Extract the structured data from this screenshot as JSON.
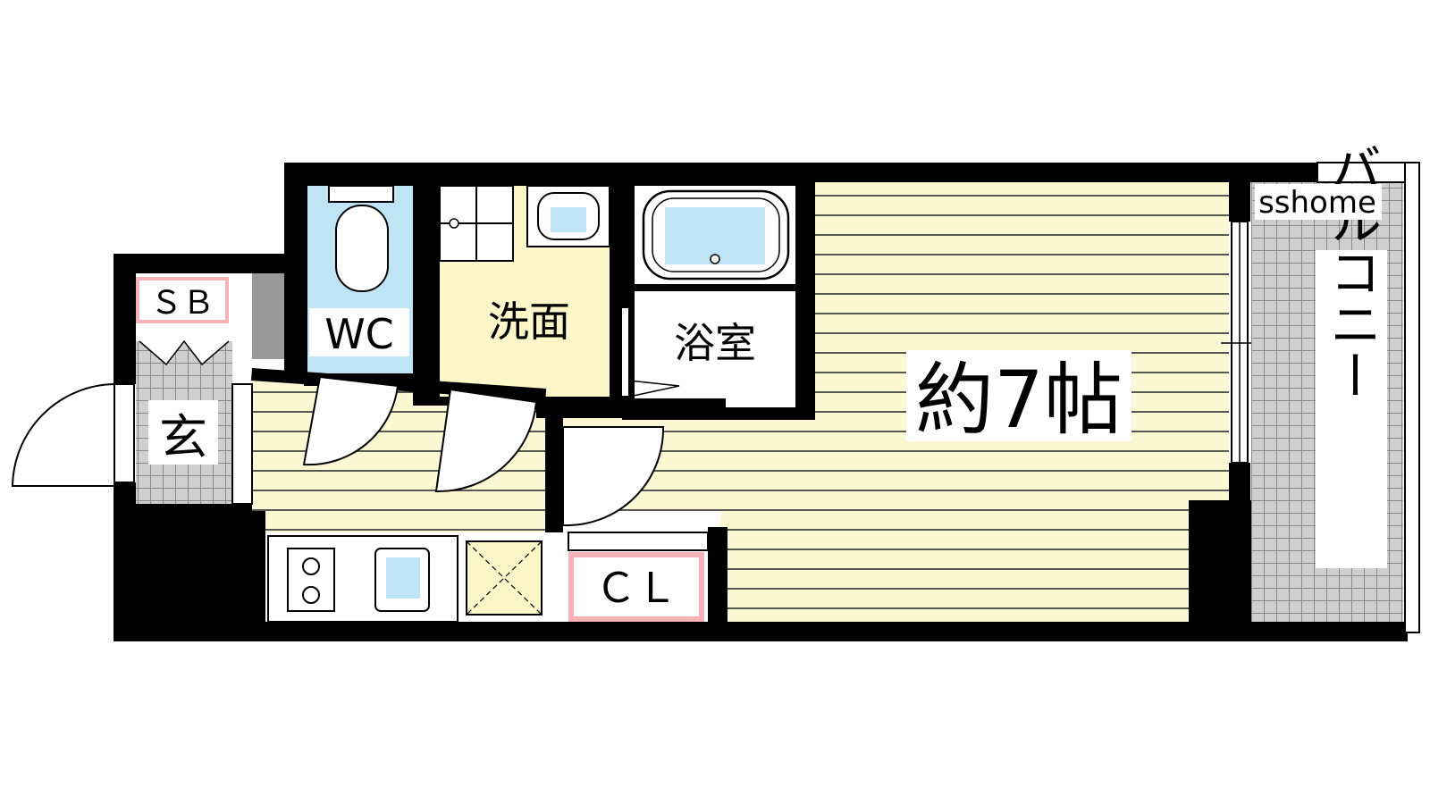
{
  "rooms": {
    "main": "約7帖",
    "bath": "浴室",
    "wash": "洗面",
    "wc": "WC",
    "entrance": "玄",
    "shoebox": "ＳＢ",
    "closet": "ＣＬ",
    "balcony": "バルコニー"
  },
  "watermark": "sshome",
  "colors": {
    "wall": "#000000",
    "floor": "#fcf8d4",
    "floor_line": "#222222",
    "wash_floor": "#fcf6c8",
    "water": "#bfe4f5",
    "tile": "#cfcfcf",
    "storage_tag": "#f5b3b8"
  }
}
